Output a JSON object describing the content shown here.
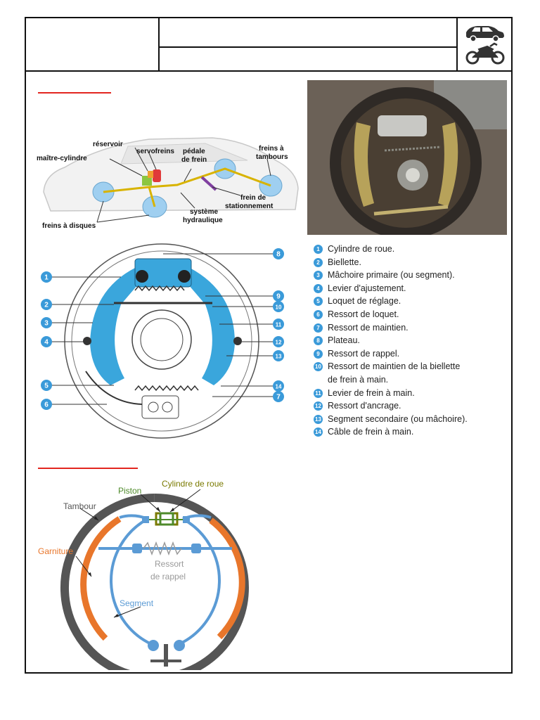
{
  "header": {
    "car_icon": "car-icon",
    "moto_icon": "motorcycle-icon"
  },
  "overview": {
    "labels": {
      "reservoir": "réservoir",
      "servofreins": "servofreins",
      "maitre_cylindre": "maître-cylindre",
      "pedale_1": "pédale",
      "pedale_2": "de frein",
      "freins_tambours_1": "freins à",
      "freins_tambours_2": "tambours",
      "frein_stat_1": "frein de",
      "frein_stat_2": "stationnement",
      "systeme_1": "système",
      "systeme_2": "hydraulique",
      "freins_disques": "freins à disques"
    }
  },
  "exploded": {
    "numbers": [
      "1",
      "2",
      "3",
      "4",
      "5",
      "6",
      "7",
      "8",
      "9",
      "10",
      "11",
      "12",
      "13",
      "14"
    ]
  },
  "legend": {
    "items": [
      {
        "num": "1",
        "text": "Cylindre de roue."
      },
      {
        "num": "2",
        "text": "Biellette."
      },
      {
        "num": "3",
        "text": "Mâchoire primaire (ou segment)."
      },
      {
        "num": "4",
        "text": "Levier d'ajustement."
      },
      {
        "num": "5",
        "text": "Loquet de réglage."
      },
      {
        "num": "6",
        "text": "Ressort de loquet."
      },
      {
        "num": "7",
        "text": "Ressort de maintien."
      },
      {
        "num": "8",
        "text": "Plateau."
      },
      {
        "num": "9",
        "text": "Ressort de rappel."
      },
      {
        "num": "10",
        "text": "Ressort de maintien de la biellette"
      },
      {
        "num": "",
        "text": "de frein à main."
      },
      {
        "num": "11",
        "text": "Levier de frein à main."
      },
      {
        "num": "12",
        "text": "Ressort d'ancrage."
      },
      {
        "num": "13",
        "text": "Segment secondaire (ou mâchoire)."
      },
      {
        "num": "14",
        "text": "Câble de frein à main."
      }
    ]
  },
  "schema": {
    "piston": "Piston",
    "cylindre": "Cylindre de roue",
    "tambour": "Tambour",
    "garniture": "Garniture",
    "ressort_1": "Ressort",
    "ressort_2": "de rappel",
    "segment": "Segment",
    "colors": {
      "drum": "#555555",
      "lining": "#e8762b",
      "shoe": "#5b9bd5",
      "cylinder": "#7a7a00",
      "piston": "#4e8a2a",
      "spring": "#9a9a9a"
    }
  }
}
